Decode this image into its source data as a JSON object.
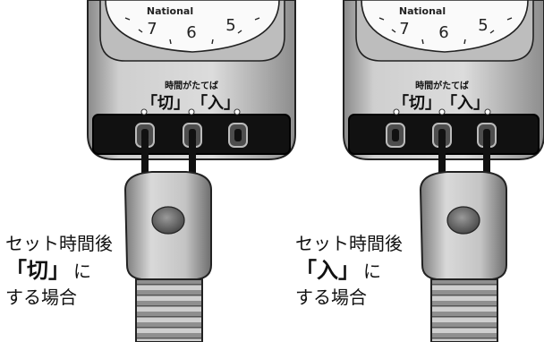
{
  "panels": [
    {
      "brand": "National",
      "dial_numbers": [
        "7",
        "6",
        "5"
      ],
      "switch_caption": "時間がたてば",
      "switch_off_label": "「切」",
      "switch_on_label": "「入」",
      "caption": {
        "line1": "セット時間後",
        "mode": "「切」",
        "mode_suffix": "に",
        "line3": "する場合"
      }
    },
    {
      "brand": "National",
      "dial_numbers": [
        "7",
        "6",
        "5"
      ],
      "switch_caption": "時間がたてば",
      "switch_off_label": "「切」",
      "switch_on_label": "「入」",
      "caption": {
        "line1": "セット時間後",
        "mode": "「入」",
        "mode_suffix": "に",
        "line3": "する場合"
      }
    }
  ]
}
